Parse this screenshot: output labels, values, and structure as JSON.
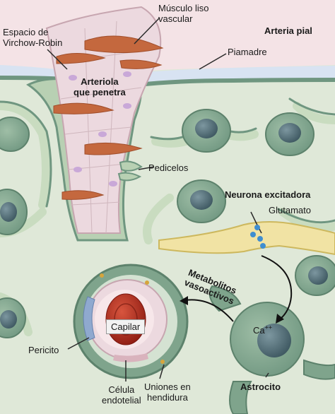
{
  "labels": {
    "virchow_robin_line1": "Espacio de",
    "virchow_robin_line2": "Virchow-Robin",
    "smooth_muscle_line1": "Músculo liso",
    "smooth_muscle_line2": "vascular",
    "pial_artery": "Arteria pial",
    "pia_mater": "Piamadre",
    "penetrating_arteriole_line1": "Arteriola",
    "penetrating_arteriole_line2": "que penetra",
    "endfeet": "Pedicelos",
    "excitatory_neuron": "Neurona excitadora",
    "glutamate": "Glutamato",
    "metabolites_line1": "Metabolitos",
    "metabolites_line2": "vasoactivos",
    "capillary": "Capilar",
    "calcium": "Ca",
    "calcium_charge": "++",
    "pericyte": "Pericito",
    "endothelial_line1": "Célula",
    "endothelial_line2": "endotelial",
    "gap_junctions_line1": "Uniones en",
    "gap_junctions_line2": "hendidura",
    "astrocyte": "Astrocito"
  },
  "colors": {
    "pia_band": "#f4e3e6",
    "csf_band": "#d8e3f2",
    "astrocyte_fill": "#7fa48c",
    "astrocyte_nucleus": "#4f6a74",
    "glia_process": "#c9dcc0",
    "arteriole_wall": "#ecd9df",
    "smooth_muscle": "#c4683e",
    "neuron_fill": "#f1e3a4",
    "red_blood_cell": "#b0281a",
    "glutamate_dot": "#3f8ed0"
  }
}
